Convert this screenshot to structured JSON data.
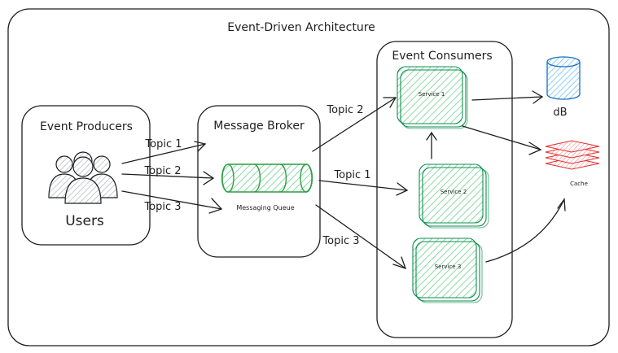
{
  "title": "Event-Driven Architecture",
  "producers": {
    "title": "Event Producers",
    "users_label": "Users"
  },
  "broker": {
    "title": "Message Broker",
    "queue_label": "Messaging Queue"
  },
  "consumers": {
    "title": "Event Consumers",
    "services": [
      "Service 1",
      "Service 2",
      "Service 3"
    ]
  },
  "stores": {
    "db_label": "dB",
    "cache_label": "Cache"
  },
  "edges": {
    "producer_topics": [
      "Topic 1",
      "Topic 2",
      "Topic 3"
    ],
    "broker_topics": [
      "Topic 2",
      "Topic 1",
      "Topic 3"
    ]
  },
  "colors": {
    "stroke": "#1e1e1e",
    "service_fill": "#b2f2bb",
    "service_stroke": "#0c8f4e",
    "queue_fill": "#b2f2bb",
    "queue_stroke": "#2f9e44",
    "db_fill": "#a5d8ff",
    "db_stroke": "#1971c2",
    "cache_fill": "#ffc9c9",
    "cache_stroke": "#e03131",
    "users_fill": "#e9ecef"
  }
}
